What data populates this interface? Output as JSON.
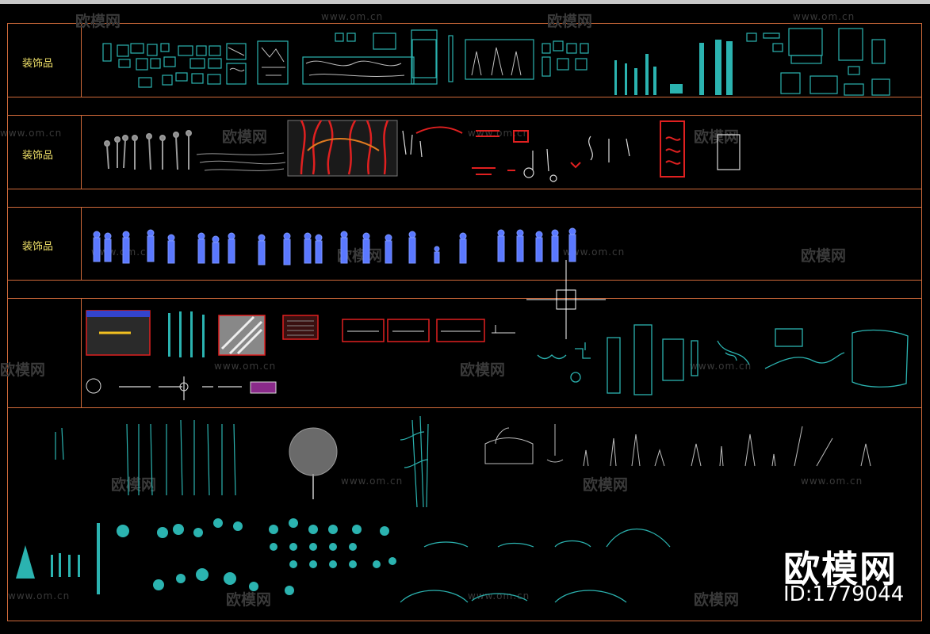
{
  "rows": [
    {
      "label": "装饰品"
    },
    {
      "label": "装饰品"
    },
    {
      "label": "装饰品"
    }
  ],
  "watermark": {
    "url": "www.om.cn",
    "name": "欧模网"
  },
  "brand": {
    "name": "欧模网",
    "id": "ID:1779044"
  },
  "colors": {
    "frame": "#d06a3a",
    "label": "#f2e36a",
    "cyan": "#2bb3b0",
    "blue": "#4a6cff",
    "red": "#e02020"
  }
}
